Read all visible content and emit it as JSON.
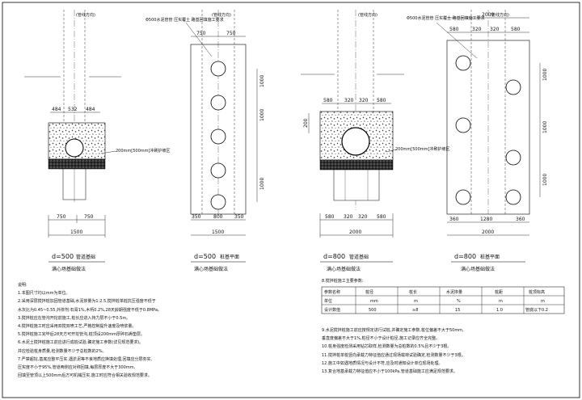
{
  "views": {
    "fig1": {
      "top_label": "(管线方向)",
      "top_dims": [
        "484",
        "532",
        "484"
      ],
      "left_dim": "",
      "pipe_callout": "200mm[500mm]冲刷护坡区",
      "bottom_dims": [
        "750",
        "750"
      ],
      "bottom_total": "1500",
      "caption_d": "d=500",
      "caption_name": "管道基础",
      "subcaption": "满心场基础做法"
    },
    "fig2": {
      "top_label": "(管线方向)",
      "callout": "Φ500水泥管管 压实覆土 路基回填施工要求",
      "top_dims": [
        "750",
        "750"
      ],
      "right_dims": [
        "1000",
        "1000",
        "1000"
      ],
      "bottom_dims": [
        "350",
        "800",
        "350"
      ],
      "bottom_total": "1500",
      "caption_d": "d=500",
      "caption_name": "桩基平面",
      "subcaption": "满心场基础做法"
    },
    "fig3": {
      "top_label": "(管线方向)",
      "top_dims": [
        "580",
        "320",
        "320",
        "580"
      ],
      "left_dim": "200",
      "pipe_callout": "200mm[500mm]冲刷护坡区",
      "bottom_dims": [
        "580",
        "320",
        "320",
        "580"
      ],
      "bottom_total": "2000",
      "caption_d": "d=800",
      "caption_name": "管道基础",
      "subcaption": "满心场基础做法"
    },
    "fig4": {
      "top_label": "(管线方向)",
      "callout": "Φ500水泥管管 压实覆土 路基回填施工要求",
      "top_total": "2000",
      "top_dims": [
        "580",
        "320",
        "320",
        "580"
      ],
      "right_dims": [
        "1000",
        "1000",
        "1000"
      ],
      "bottom_dims": [
        "360",
        "1280",
        "360"
      ],
      "bottom_total": "2000",
      "caption_d": "d=800",
      "caption_name": "桩基平面",
      "subcaption": "满心场基础做法"
    }
  },
  "notes_left": [
    "说明:",
    "1.本图尺寸均以mm为单位。",
    "2.采用深层搅拌桩加固管道基础,水泥掺量为1:2.5,搅拌桩单桩抗压强度不低于",
    "   水灰比为0.45~0.55,外掺剂:石膏1%,木钙0.2%,28天龄期强度不低于0.8MPa。",
    "3.搅拌桩应在管沟开挖前施工,桩长应进入持力层不小于0.5m。",
    "4.搅拌桩施工时应采用双搅双喷工艺,严格控制提升速度及喷浆量。",
    "5.搅拌桩施工完毕后28天方可开挖管沟,桩顶设200mm厚碎石褥垫层。",
    "6.水泥土搅拌桩施工前应进行成桩试验,确定施工参数(详见规范要求)。",
    "   并应检验桩身质量,检测数量不少于总桩数的2%。",
    "7.严禁超挖,基底应整平压实,遇淤泥等不良地质应换填处理,回填应分层夯实,",
    "   压实度不小于95%,管道两侧应对称回填,每层厚度不大于300mm,",
    "   回填至管顶以上500mm后方可机械压实,施工时应符合相关验收规范要求。"
  ],
  "notes_right": [
    "8.搅拌桩施工主要参数:",
    "9.水泥搅拌桩施工前应按规定进行试桩,并确定施工参数,桩位偏差不大于50mm,",
    "   垂直度偏差不大于1%,桩径不小于设计桩径,施工记录应齐全完整。",
    "10.桩身强度检测采用钻芯取样,检测数量为总桩数的0.5%且不少于3根。",
    "11.搅拌桩单桩竖向承载力特征值应通过现场载荷试验确定,检测数量不少于3根。",
    "12.施工中如遇地质情况与设计不符,应及时通知设计单位现场处理。",
    "13.复合地基承载力特征值应不小于100kPa,管道基础施工应满足规范要求。"
  ],
  "param_table": {
    "headers": [
      "桩径",
      "桩长",
      "水泥掺量",
      "桩距",
      "桩顶标高"
    ],
    "units": [
      "mm",
      "m",
      "%",
      "m",
      "m"
    ],
    "values": [
      "500",
      "≥8",
      "15",
      "1.0",
      "管底以下0.2"
    ],
    "row_labels": [
      "参数名称",
      "单位",
      "设计数值"
    ]
  }
}
